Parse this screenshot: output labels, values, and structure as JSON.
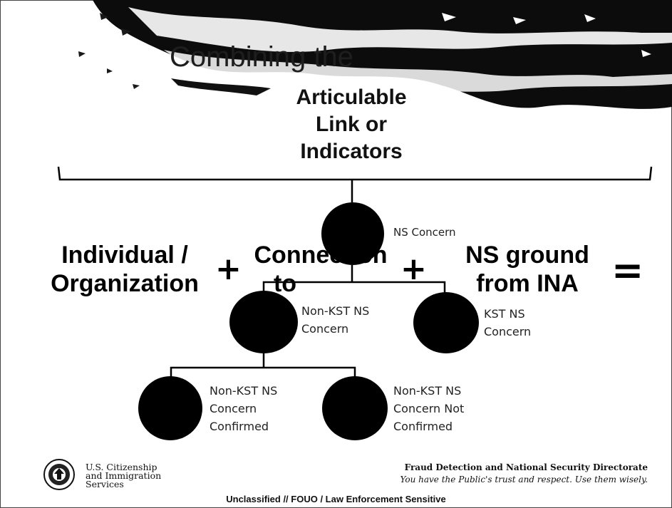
{
  "slide": {
    "title": "Combining the",
    "articulable_line1": "Articulable",
    "articulable_line2": "Link or",
    "articulable_line3": "Indicators"
  },
  "equation": {
    "term1_line1": "Individual /",
    "term1_line2": "Organization",
    "plus1": "+",
    "term2_line1": "Connection",
    "term2_line2": "to",
    "plus2": "+",
    "term3_line1": "NS ground",
    "term3_line2": "from INA",
    "equals": "="
  },
  "tree": {
    "root": "NS Concern",
    "left_child_line1": "Non-KST NS",
    "left_child_line2": "Concern",
    "right_child_line1": "KST NS",
    "right_child_line2": "Concern",
    "leaf1_line1": "Non-KST NS",
    "leaf1_line2": "Concern",
    "leaf1_line3": "Confirmed",
    "leaf2_line1": "Non-KST NS",
    "leaf2_line2": "Concern Not",
    "leaf2_line3": "Confirmed"
  },
  "footer": {
    "org_line1": "U.S. Citizenship",
    "org_line2": "and Immigration",
    "org_line3": "Services",
    "directorate": "Fraud Detection and National Security Directorate",
    "motto": "You have the Public's trust and respect. Use them wisely.",
    "classification": "Unclassified // FOUO / Law Enforcement Sensitive"
  },
  "colors": {
    "background": "#ffffff",
    "circle": "#000000",
    "text": "#111111"
  }
}
